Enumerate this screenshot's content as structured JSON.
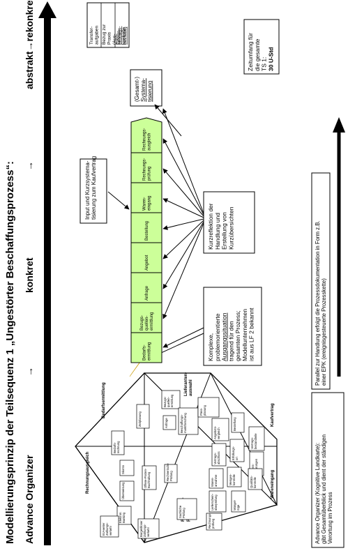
{
  "header": {
    "title": "Modellierungsprinzip der Teilsequenz 1 „Ungestörter Beschaffungsprozess“:",
    "arrow_left": "→",
    "arrow_mid": "→",
    "advance_organizer": "Advance Organizer",
    "konkret": "konkret",
    "abstrakt": "abstrakt→rekonkret"
  },
  "process_steps": [
    "Bedarfs-\nermittlung",
    "Bezugs-\nquellen-\nermittlung",
    "Anfrage",
    "Angebot",
    "Bestellung",
    "Waren-\neingang",
    "Rechnungs-\nprüfung",
    "Rechnungs-\nausgleich"
  ],
  "boxes": {
    "complex_lines": [
      "Komplexe,",
      "problemorientierte",
      "Ausgangssituation",
      "tragend für den",
      "gesamten Prozess;",
      "Modellunternehmen",
      "ist aus LF 2 bekannt"
    ],
    "input_lines": [
      "Input und Kurzsystema-",
      "tisierung zum Kaufvertrag"
    ],
    "reflexion_lines": [
      "Kurzreflektion der",
      "Handlung und",
      "Erstellung von",
      "Kurzübersichten"
    ],
    "gesamt_lines": [
      "(Gesamt-)",
      "Systema-",
      "tisierung"
    ],
    "transfer_1": [
      "Transfer-",
      "aufgaben"
    ],
    "transfer_2": [
      "Bezug zur",
      "Praxis",
      "(Aus-",
      "bildungs-",
      "betriebe)"
    ],
    "transfer_3": [
      "Erfolgs-",
      "kontrolle"
    ],
    "zeit_lines": [
      "Zeitumfang für",
      "die gesamte",
      "TS 1:",
      "30 U-Std"
    ],
    "parallel_lines": [
      "Parallel zur Handlung erfolgt die Prozessdokumentation in Form z.B.",
      "einer EPK (ereignisgesteuerte Prozesskette)"
    ],
    "ao_lines": [
      "Advance Organizer (Kognitive Landkarte):",
      "gibt Gesamtüberblick und dient der ständigen",
      "Verortung im Prozess"
    ]
  },
  "map": {
    "quadrants": {
      "bedarf": "Bedarfsermittlung",
      "lieferanten": "Lieferanten-\nauswahl",
      "kaufvertrag": "Kaufvertrag",
      "wareneingang": "Wareneingang",
      "rechnungspruefung": "Rechnungs-\nprüfung",
      "rechnungsausgleich": "Rechnungsausgleich"
    },
    "items": [
      "Bedarfs-\nrechnung",
      "Zeitplanung",
      "Bezugs-\nquellen-\nermittlung",
      "Anfrage",
      "Beschaffungs-\nmarktforschung",
      "Preis-\nplanung",
      "Angebots-\nvergleich",
      "Bestellung",
      "Vertrags-\nabschluss",
      "Erfüllungs-\nort",
      "Vertrags-\nbestandteile",
      "Willens-\nerklärungen",
      "Waren-\nannahme",
      "Mengen-\nkontrolle",
      "Qualitäts-\nkontrolle",
      "Lieferschein-\nüberprüfung",
      "Mängel-\nrüge",
      "Rechnungs-\nprüfung",
      "Sachliche\nPrüfung",
      "Rechnerische\nPrüfung",
      "Offene-Posten-\nBuchhaltung",
      "Skonto",
      "Überweisung",
      "Elektron.\nBanking",
      "Bargeldloser\nZahlungs-\nverkehr",
      "EU-weiter\nZahlungs-\nverkehr"
    ]
  },
  "colors": {
    "step_fill": "#ccff99",
    "bolt": "#f5c400",
    "ink": "#000000"
  }
}
